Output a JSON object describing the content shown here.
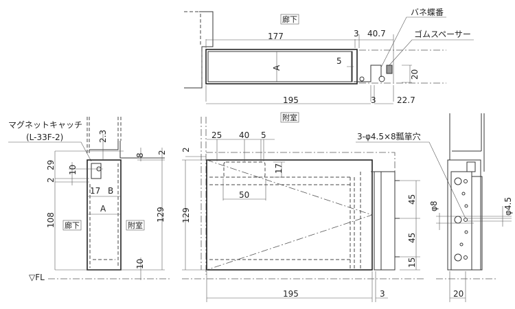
{
  "labels": {
    "corridor": "廊下",
    "anteroom": "附室",
    "spring_hinge": "バネ蝶番",
    "rubber_spacer": "ゴムスペーサー",
    "magnet_catch": "マグネットキャッチ",
    "magnet_model": "(L-33F-2)",
    "gourd_holes": "3-φ4.5×8瓢箪穴",
    "floor_level": "▽FL"
  },
  "top_view": {
    "d177": "177",
    "d3a": "3",
    "d40_7": "40.7",
    "d5": "5",
    "dA": "A",
    "d20": "20",
    "d195": "195",
    "d3b": "3",
    "d22_7": "22.7"
  },
  "section_view": {
    "d2_3": "2.3",
    "d8": "8",
    "d2a": "2",
    "d29": "29",
    "d10a": "10",
    "d2b": "2",
    "d17": "17",
    "dB": "B",
    "dA": "A",
    "d108": "108",
    "d129": "129",
    "d10b": "10"
  },
  "front_view": {
    "d25": "25",
    "d40": "40",
    "d5": "5",
    "d2": "2",
    "d17": "17",
    "d50": "50",
    "d129": "129",
    "d195": "195",
    "d3": "3",
    "d45a": "45",
    "d45b": "45",
    "d15": "15"
  },
  "side_view": {
    "phi8": "φ8",
    "phi4_5": "φ4.5",
    "d20": "20"
  }
}
